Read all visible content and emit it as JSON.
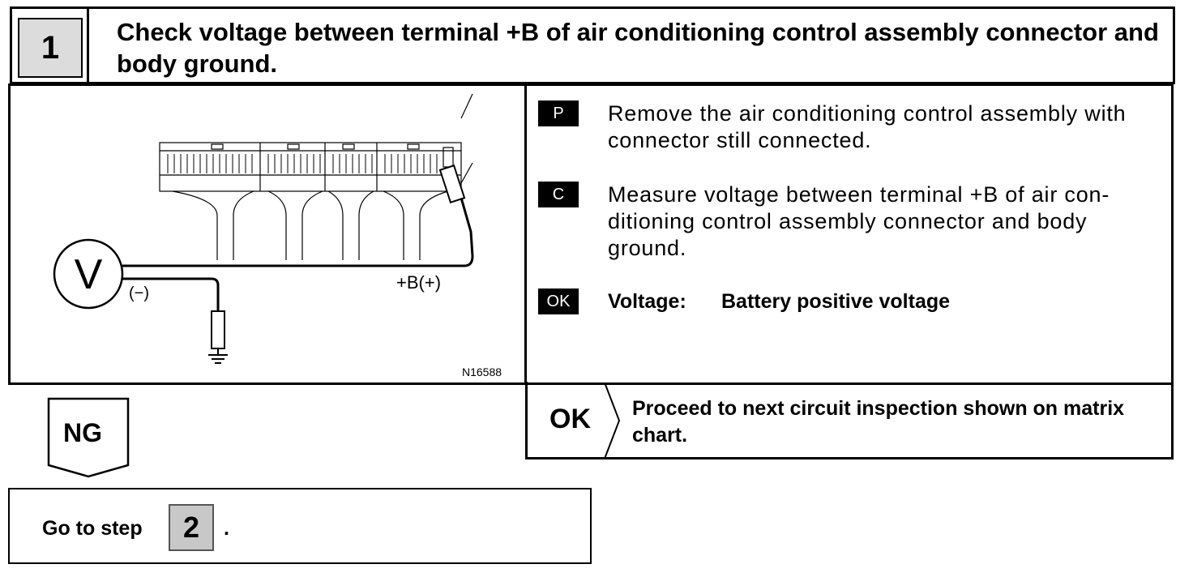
{
  "step": {
    "number": "1",
    "title": "Check voltage between terminal +B of air conditioning control assembly connector and body ground."
  },
  "diagram": {
    "meter_symbol": "V",
    "negative_label": "(−)",
    "positive_label": "+B(+)",
    "figure_id": "N16588"
  },
  "instructions": [
    {
      "tag": "P",
      "text": "Remove the air conditioning control assembly with connector still connected."
    },
    {
      "tag": "C",
      "text": "Measure voltage between terminal +B of air con-ditioning control assembly connector and body ground."
    },
    {
      "tag": "OK",
      "label": "Voltage:",
      "value": "Battery positive voltage"
    }
  ],
  "result_ok": {
    "label": "OK",
    "text": "Proceed to next circuit inspection shown on matrix chart."
  },
  "result_ng": {
    "label": "NG",
    "goto_text": "Go to step",
    "goto_step": "2",
    "goto_suffix": "."
  }
}
